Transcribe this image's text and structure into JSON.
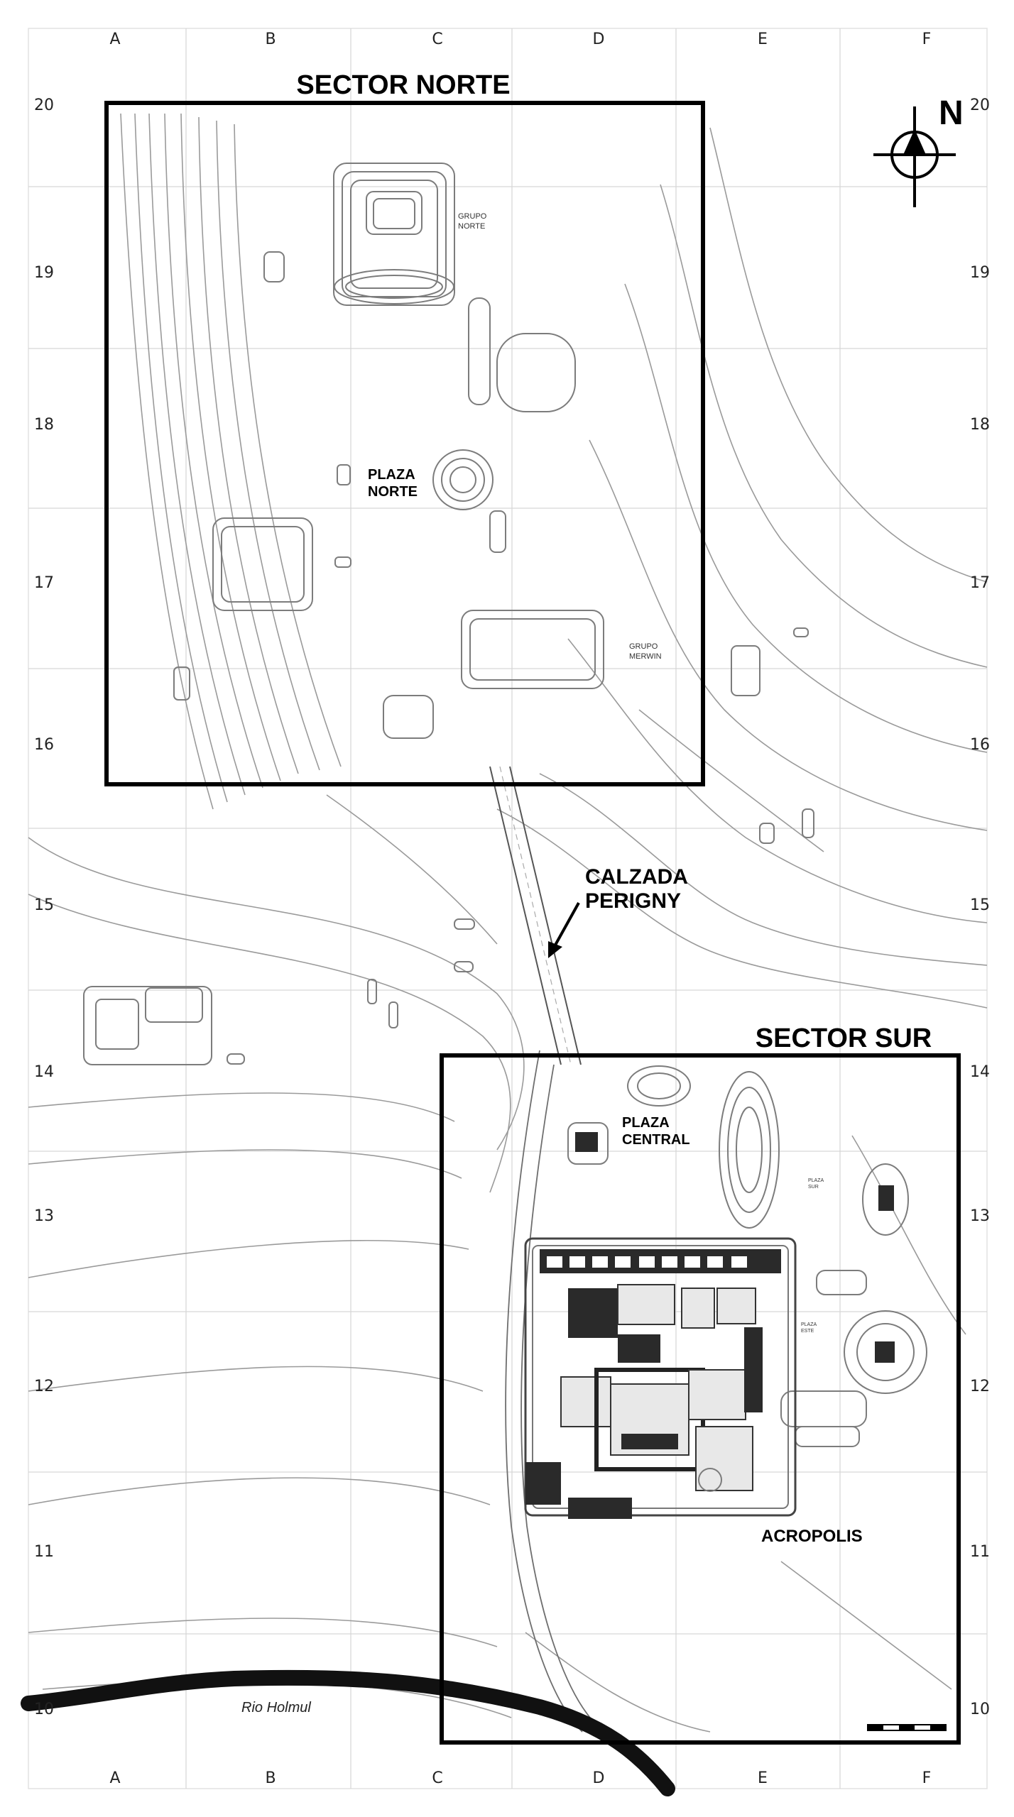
{
  "grid": {
    "columns": [
      "A",
      "B",
      "C",
      "D",
      "E",
      "F"
    ],
    "rows": [
      "20",
      "19",
      "18",
      "17",
      "16",
      "15",
      "14",
      "13",
      "12",
      "11",
      "10"
    ]
  },
  "compass": {
    "label": "N",
    "icon": "north-arrow-compass-icon"
  },
  "sectors": {
    "norte": {
      "title": "SECTOR NORTE"
    },
    "sur": {
      "title": "SECTOR SUR"
    }
  },
  "labels": {
    "grupo_norte": [
      "GRUPO",
      "NORTE"
    ],
    "plaza_norte": [
      "PLAZA",
      "NORTE"
    ],
    "grupo_merwin": [
      "GRUPO",
      "MERWIN"
    ],
    "calzada": [
      "CALZADA",
      "PERIGNY"
    ],
    "plaza_central": [
      "PLAZA",
      "CENTRAL"
    ],
    "plaza_sur": [
      "PLAZA",
      "SUR"
    ],
    "plaza_este": [
      "PLAZA",
      "ESTE"
    ],
    "acropolis": "ACROPOLIS",
    "rio": "Rio Holmul"
  },
  "colors": {
    "line": "#000000",
    "contour": "#9a9a9a",
    "grid": "#d6d6d6"
  }
}
